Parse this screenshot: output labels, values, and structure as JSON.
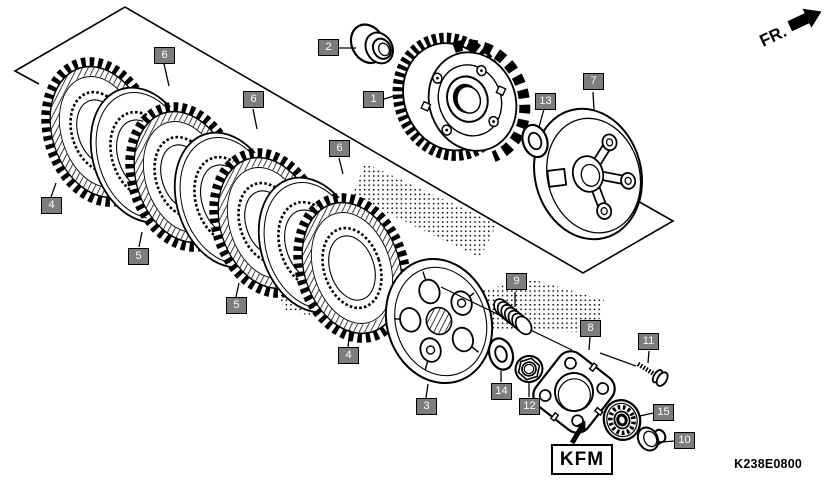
{
  "diagram": {
    "part_code": "K238E0800",
    "direction_label": "FR.",
    "stamp_label": "KFM"
  },
  "callouts": [
    {
      "id": "1"
    },
    {
      "id": "2"
    },
    {
      "id": "3"
    },
    {
      "id": "4"
    },
    {
      "id": "4"
    },
    {
      "id": "5"
    },
    {
      "id": "5"
    },
    {
      "id": "6"
    },
    {
      "id": "6"
    },
    {
      "id": "6"
    },
    {
      "id": "7"
    },
    {
      "id": "8"
    },
    {
      "id": "9"
    },
    {
      "id": "10"
    },
    {
      "id": "11"
    },
    {
      "id": "12"
    },
    {
      "id": "13"
    },
    {
      "id": "14"
    },
    {
      "id": "15"
    }
  ],
  "colors": {
    "line": "#000000",
    "callout_bg": "#7d7d7d",
    "callout_text": "#ffffff",
    "background": "#ffffff"
  }
}
